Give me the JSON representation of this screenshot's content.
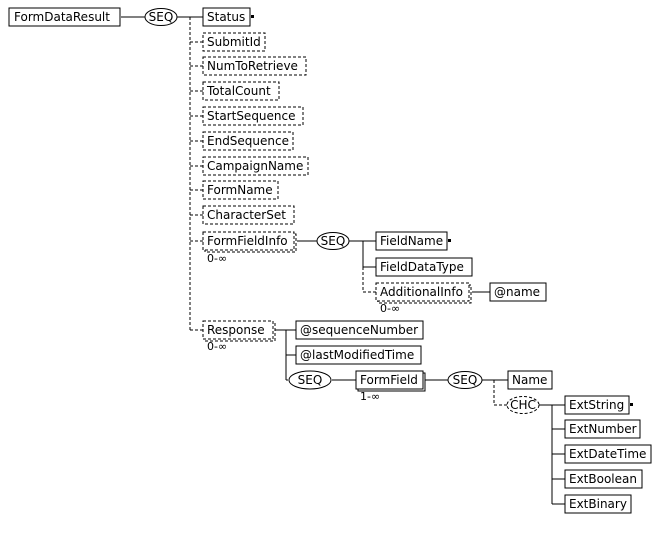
{
  "colors": {
    "line": "#000000",
    "background": "#ffffff"
  },
  "nodes": {
    "root": "FormDataResult",
    "status": "Status",
    "submit_id": "SubmitId",
    "num_to_retrieve": "NumToRetrieve",
    "total_count": "TotalCount",
    "start_sequence": "StartSequence",
    "end_sequence": "EndSequence",
    "campaign_name": "CampaignName",
    "form_name": "FormName",
    "character_set": "CharacterSet",
    "form_field_info": "FormFieldInfo",
    "field_name": "FieldName",
    "field_data_type": "FieldDataType",
    "additional_info": "AdditionalInfo",
    "attr_name": "@name",
    "response": "Response",
    "attr_sequence_number": "@sequenceNumber",
    "attr_last_modified_time": "@lastModifiedTime",
    "form_field": "FormField",
    "name": "Name",
    "ext_string": "ExtString",
    "ext_number": "ExtNumber",
    "ext_date_time": "ExtDateTime",
    "ext_boolean": "ExtBoolean",
    "ext_binary": "ExtBinary"
  },
  "compositors": {
    "seq_root": "SEQ",
    "seq_form_field_info": "SEQ",
    "seq_response": "SEQ",
    "seq_form_field": "SEQ",
    "chc": "CHC"
  },
  "cardinality": {
    "form_field_info": "0-∞",
    "additional_info": "0-∞",
    "response": "0-∞",
    "form_field": "1-∞"
  }
}
